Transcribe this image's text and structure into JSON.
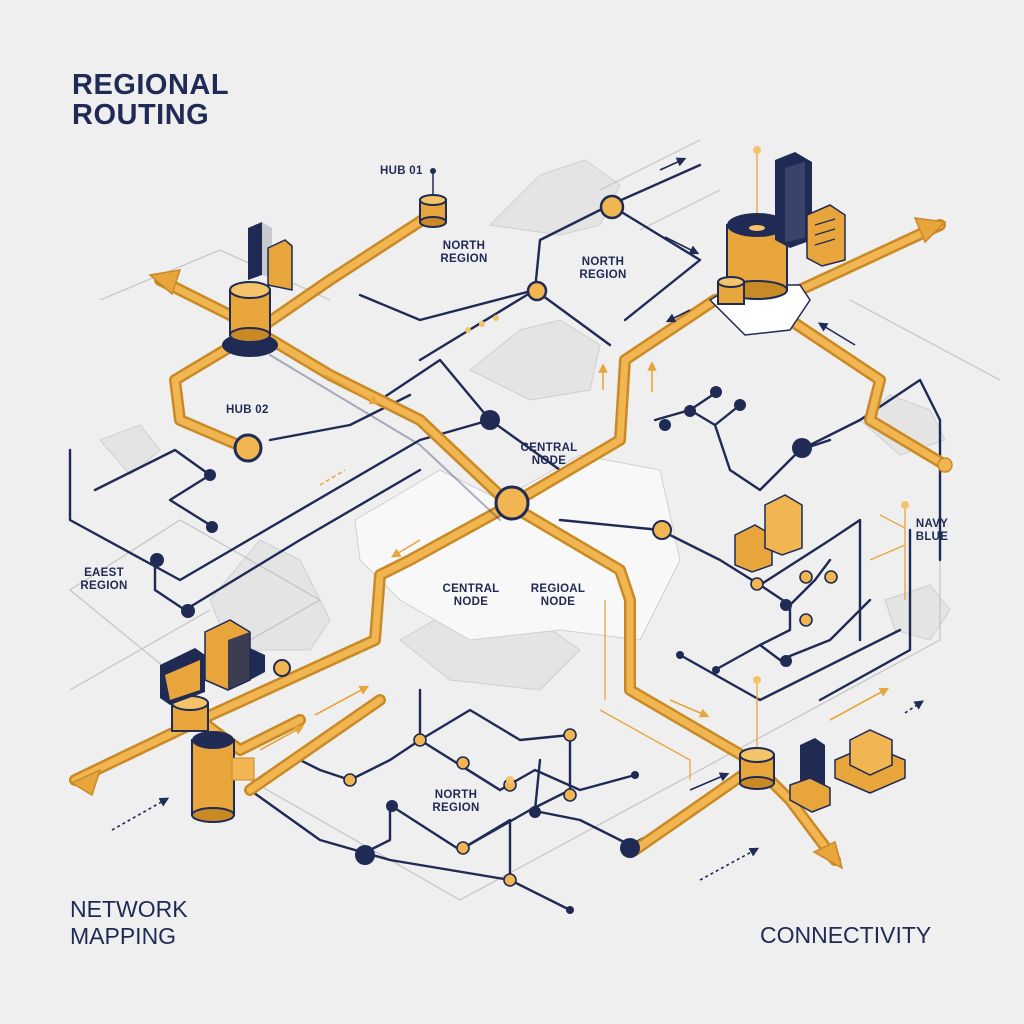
{
  "title": {
    "line1": "REGIONAL",
    "line2": "ROUTING"
  },
  "footer": {
    "left_line1": "NETWORK",
    "left_line2": "MAPPING",
    "right": "CONNECTIVITY"
  },
  "labels": {
    "hub01": "HUB 01",
    "hub02": "HUB 02",
    "north_region_a": "NORTH REGION",
    "north_region_b": "NORTH REGION",
    "north_region_c": "NORTH REGION",
    "central_node_a": "CENTRAL NODE",
    "central_node_b": "CENTRAL NODE",
    "regional_node": "REGIOAL NODE",
    "east_region": "EAEST REGION",
    "navy_blue": "NAVY BLUE"
  },
  "colors": {
    "background": "#efefef",
    "navy": "#1f2a55",
    "gold": "#e8a53c",
    "gold_light": "#f4c36a",
    "terrain": "#d8d8d8"
  }
}
